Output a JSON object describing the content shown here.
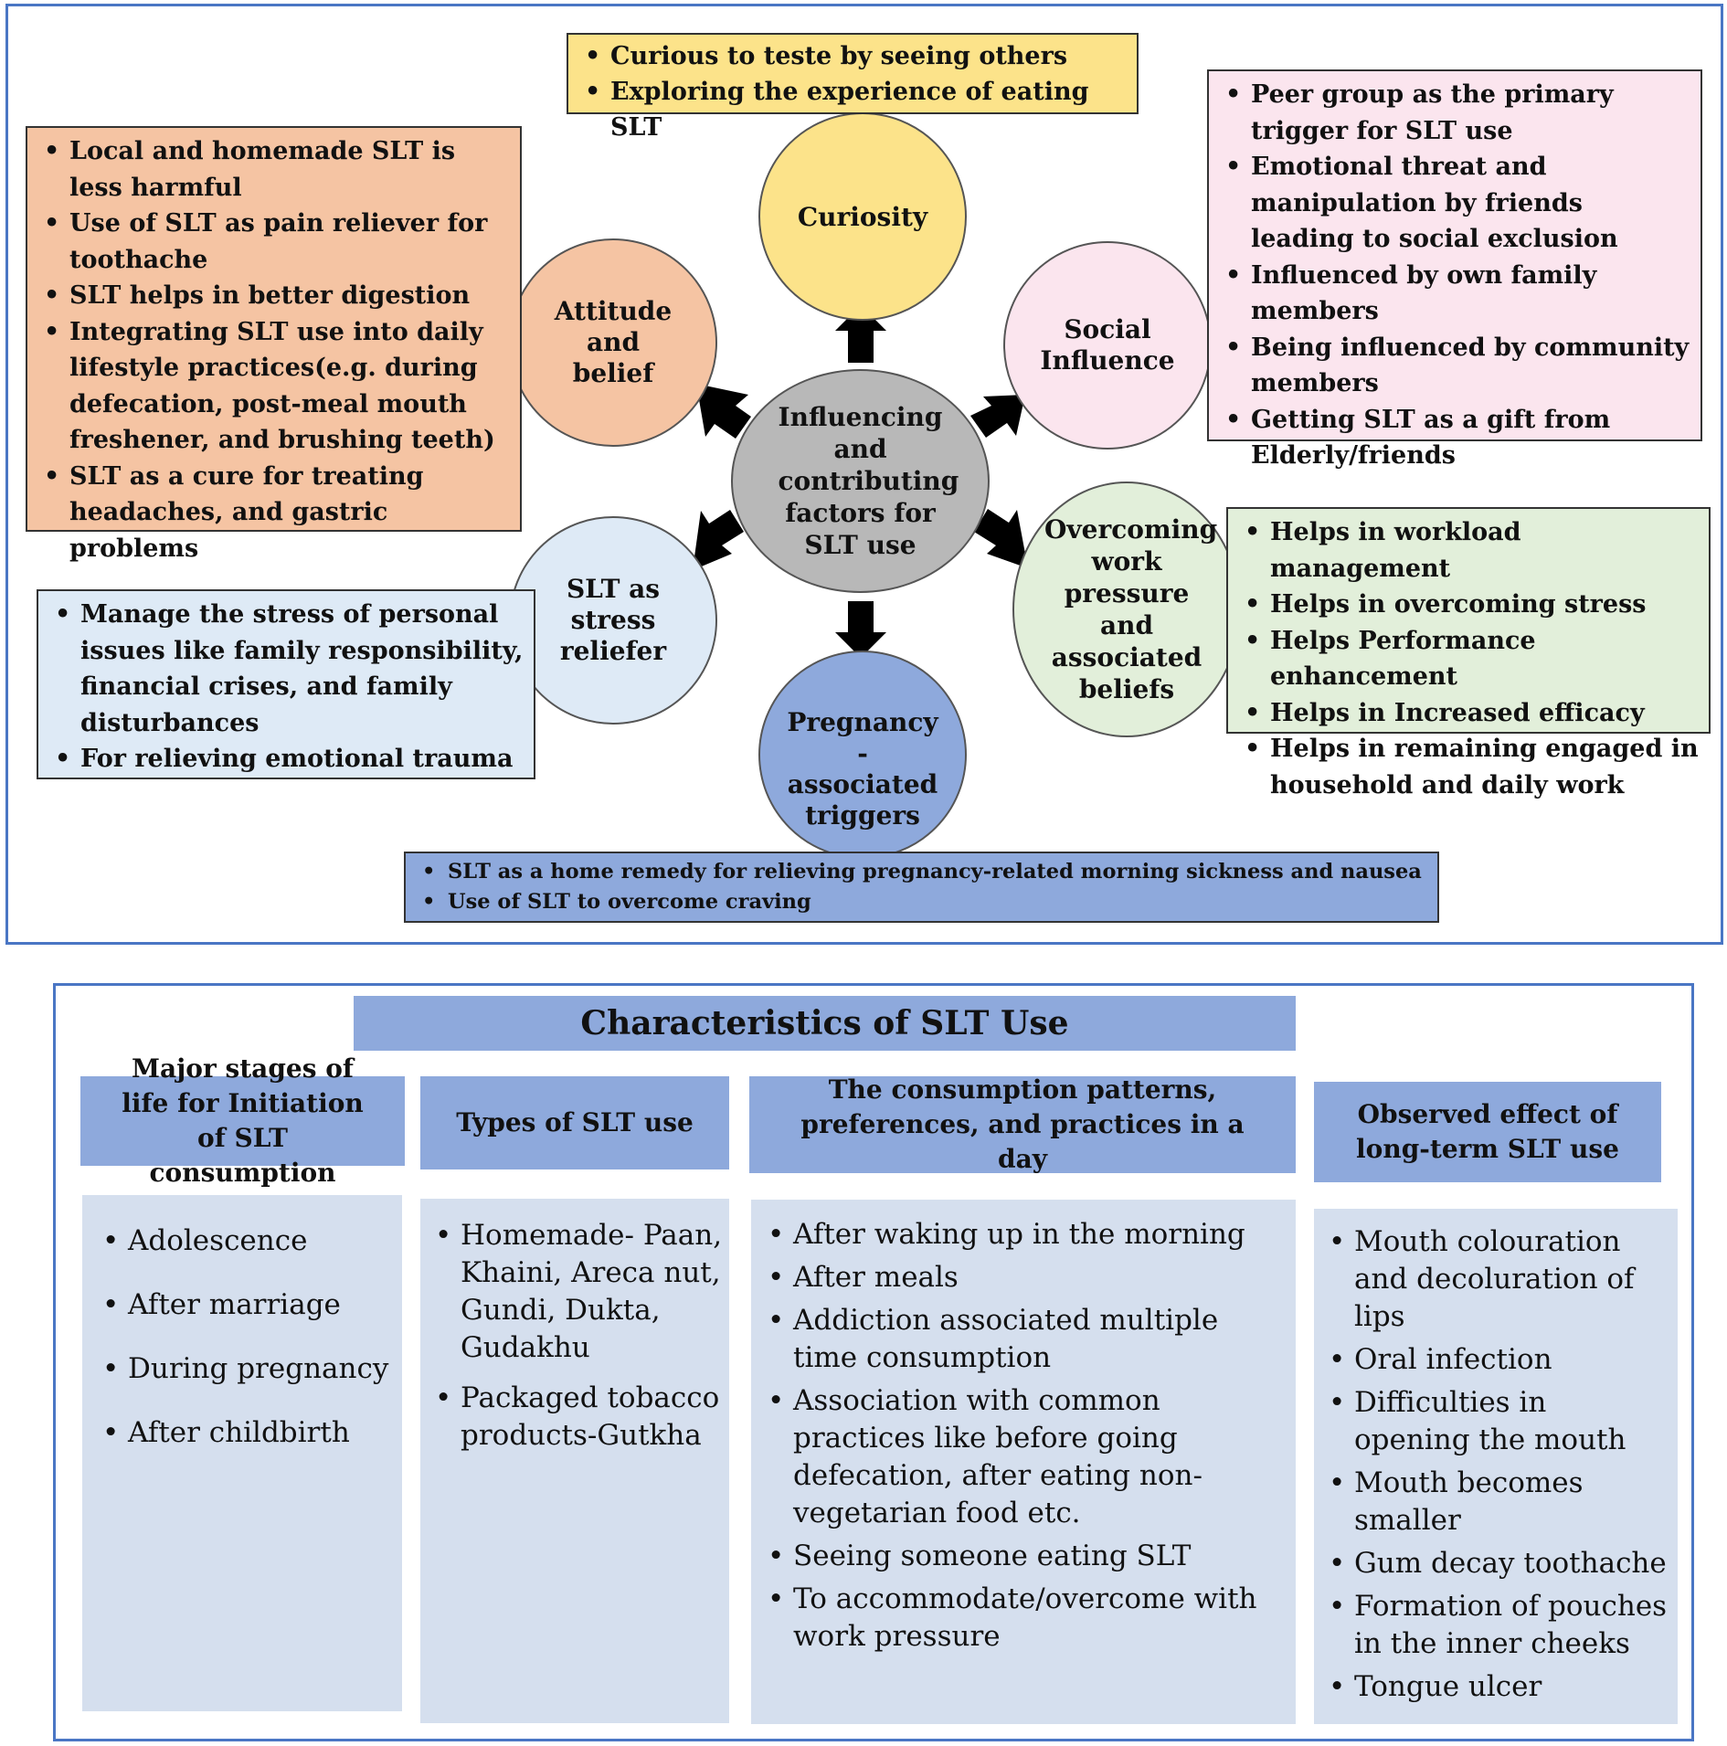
{
  "top_panel": {
    "center": "Influencing and contributing factors for SLT use",
    "curiosity": {
      "label": "Curiosity",
      "items": [
        "Curious to teste by seeing others",
        "Exploring the experience of eating SLT"
      ]
    },
    "social": {
      "label": "Social Influence",
      "items": [
        "Peer group as the primary trigger for SLT use",
        "Emotional threat and manipulation by friends leading to social exclusion",
        "Influenced by own family members",
        "Being influenced by community members",
        "Getting SLT as a gift from Elderly/friends"
      ]
    },
    "attitude": {
      "label": "Attitude and belief",
      "items": [
        "Local and homemade SLT is less harmful",
        "Use of SLT as pain reliever for toothache",
        "SLT helps in better digestion",
        "Integrating SLT use into daily lifestyle practices(e.g. during defecation, post-meal mouth freshener, and brushing teeth)",
        "SLT as a cure for treating headaches, and gastric problems"
      ]
    },
    "work": {
      "label": "Overcoming work pressure and associated beliefs",
      "items": [
        "Helps in workload management",
        "Helps in overcoming stress",
        "Helps Performance enhancement",
        "Helps in Increased efficacy",
        "Helps in remaining engaged in household and daily work"
      ]
    },
    "stress": {
      "label": "SLT as stress reliefer",
      "items": [
        "Manage the stress of personal issues like family responsibility, financial crises, and family disturbances",
        "For relieving emotional trauma"
      ]
    },
    "pregnancy": {
      "label": "Pregnancy -associated triggers",
      "items": [
        "SLT as a home remedy for relieving pregnancy-related morning sickness and nausea",
        "Use of SLT to overcome craving"
      ]
    },
    "colors": {
      "curiosity": "#fce38a",
      "social": "#fbe5ee",
      "attitude": "#f5c4a3",
      "work": "#e2efda",
      "stress": "#deeaf6",
      "pregnancy": "#8ea9dc",
      "center": "#b8b8b8"
    }
  },
  "bottom_panel": {
    "title": "Characteristics of SLT Use",
    "columns": [
      {
        "header": "Major stages of life for Initiation of SLT consumption",
        "items": [
          "Adolescence",
          "After marriage",
          "During pregnancy",
          "After childbirth"
        ]
      },
      {
        "header": "Types of SLT use",
        "items": [
          "Homemade- Paan, Khaini, Areca nut, Gundi, Dukta, Gudakhu",
          "Packaged tobacco products-Gutkha"
        ]
      },
      {
        "header": "The consumption patterns, preferences, and practices in a day",
        "items": [
          "After waking up in the morning",
          "After meals",
          "Addiction associated multiple time consumption",
          "Association with common practices like before going defecation, after eating non-vegetarian food etc.",
          "Seeing someone eating SLT",
          "To accommodate/overcome with work pressure"
        ]
      },
      {
        "header": "Observed effect of long-term SLT use",
        "items": [
          "Mouth colouration and decoluration of lips",
          "Oral infection",
          "Difficulties in opening the mouth",
          "Mouth becomes smaller",
          "Gum decay toothache",
          "Formation of pouches in the inner cheeks",
          "Tongue ulcer"
        ]
      }
    ]
  }
}
